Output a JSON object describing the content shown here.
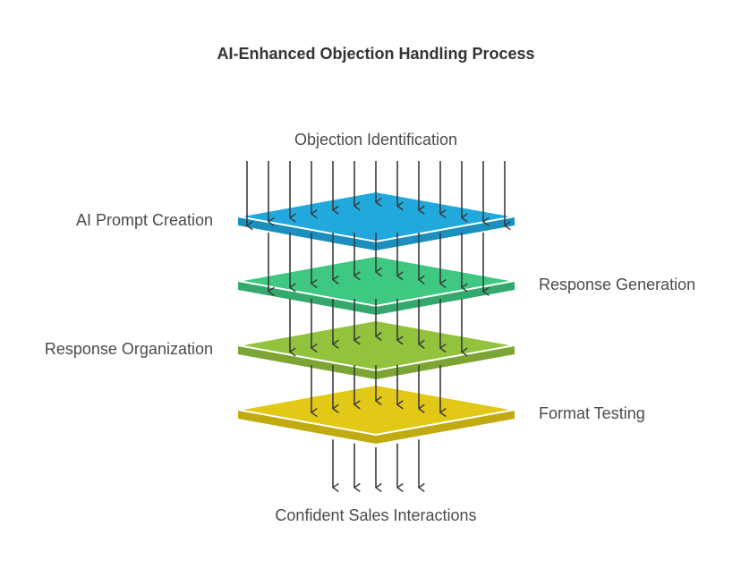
{
  "title": "AI-Enhanced Objection Handling Process",
  "input_label": "Objection Identification",
  "output_label": "Confident Sales Interactions",
  "layers": [
    {
      "label": "AI Prompt Creation",
      "side": "left",
      "color": "#21a9de",
      "edge_color": "#1b8fbd"
    },
    {
      "label": "Response Generation",
      "side": "right",
      "color": "#3ec882",
      "edge_color": "#33a96d"
    },
    {
      "label": "Response Organization",
      "side": "left",
      "color": "#93c23d",
      "edge_color": "#7ca533"
    },
    {
      "label": "Format Testing",
      "side": "right",
      "color": "#e2c918",
      "edge_color": "#c2ab11"
    }
  ]
}
